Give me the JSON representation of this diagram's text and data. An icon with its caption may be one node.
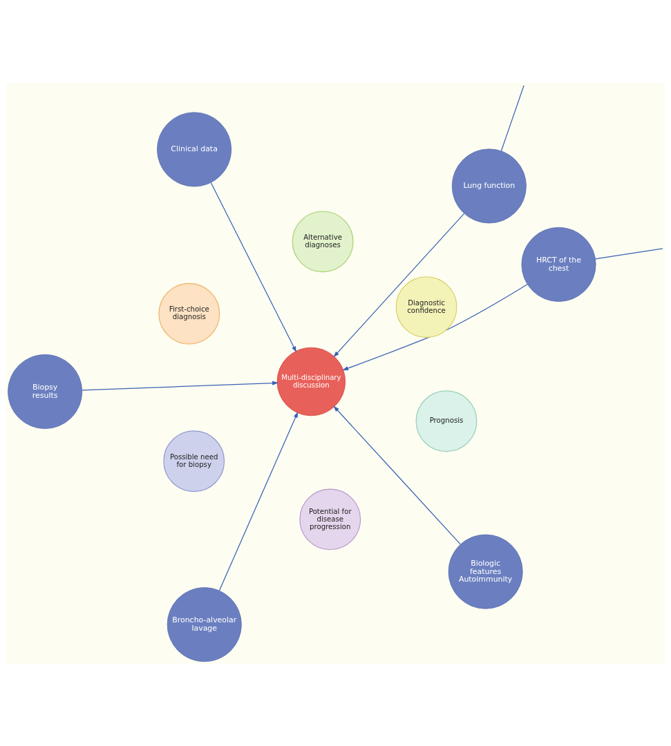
{
  "diagram": {
    "nodes": [
      {
        "text": [
          "Clinical data"
        ]
      },
      {
        "text": [
          "Biopsy results"
        ]
      },
      {
        "text": [
          "HRCT of the chest"
        ]
      },
      {
        "text": [
          "First-choice diagnosis"
        ]
      },
      {
        "text": [
          "Alternative diagnoses"
        ]
      },
      {
        "text": [
          "Possible need for biopsy"
        ]
      },
      {
        "text": [
          "Multi-disciplinary discussion"
        ]
      },
      {
        "text": [
          "Diagnostic confidence"
        ]
      },
      {
        "text": [
          "Broncho-alveolar lavage"
        ]
      },
      {
        "text": [
          "Potential for disease progression"
        ]
      },
      {
        "text": [
          "Prognosis"
        ]
      },
      {
        "text": [
          "Lung function"
        ]
      },
      {
        "text": [
          "Biologic features",
          "Autoimmunity"
        ]
      }
    ],
    "edges": [
      {
        "from": 0,
        "to": 6,
        "arrow": "to"
      },
      {
        "from": 1,
        "to": 6,
        "arrow": "to"
      },
      {
        "from": 2,
        "to": 6,
        "arrow": "to"
      },
      {
        "from": 8,
        "to": 6,
        "arrow": "to"
      },
      {
        "from": 11,
        "to": 6,
        "arrow": "to"
      },
      {
        "from": 12,
        "to": 6,
        "arrow": "to"
      },
      {
        "from": 2,
        "to": null,
        "arrow": "none"
      },
      {
        "from": 11,
        "to": null,
        "arrow": "none"
      }
    ]
  }
}
